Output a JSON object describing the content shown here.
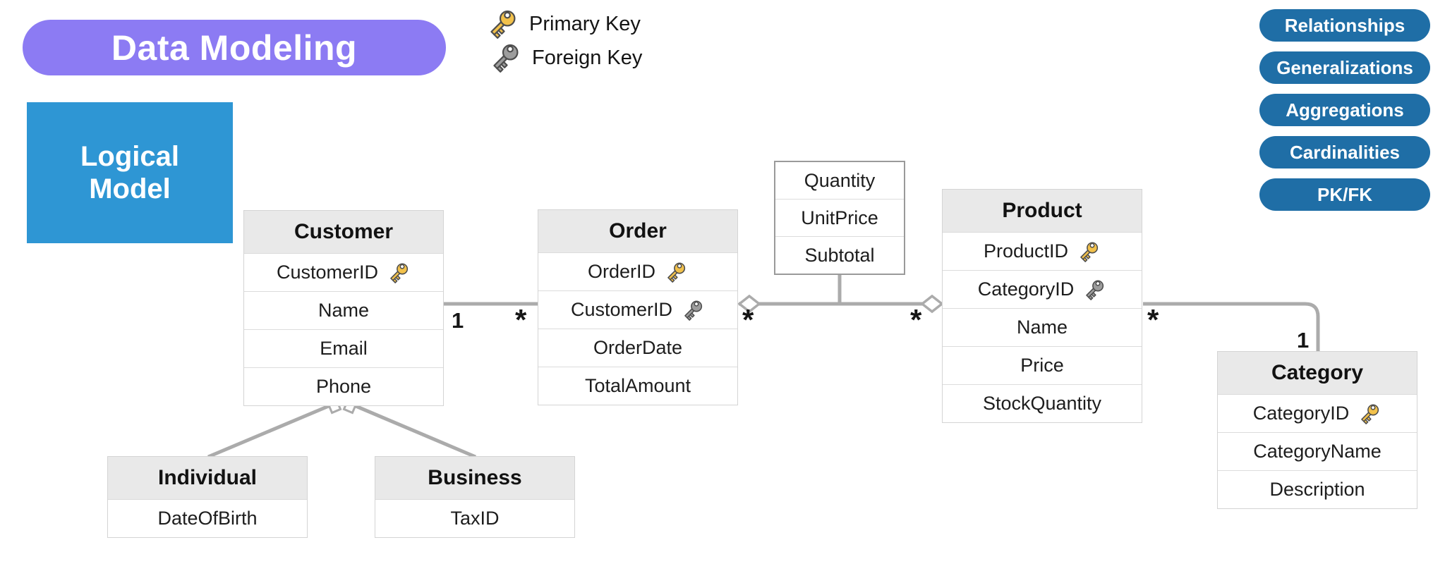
{
  "title": "Data Modeling",
  "legend": {
    "primary": "Primary Key",
    "foreign": "Foreign Key"
  },
  "badges": [
    "Relationships",
    "Generalizations",
    "Aggregations",
    "Cardinalities",
    "PK/FK"
  ],
  "model": {
    "line1": "Logical",
    "line2": "Model"
  },
  "entities": {
    "customer": {
      "title": "Customer",
      "rows": [
        {
          "label": "CustomerID",
          "key": "primary"
        },
        {
          "label": "Name"
        },
        {
          "label": "Email"
        },
        {
          "label": "Phone"
        }
      ]
    },
    "order": {
      "title": "Order",
      "rows": [
        {
          "label": "OrderID",
          "key": "primary"
        },
        {
          "label": "CustomerID",
          "key": "foreign"
        },
        {
          "label": "OrderDate"
        },
        {
          "label": "TotalAmount"
        }
      ]
    },
    "product": {
      "title": "Product",
      "rows": [
        {
          "label": "ProductID",
          "key": "primary"
        },
        {
          "label": "CategoryID",
          "key": "foreign"
        },
        {
          "label": "Name"
        },
        {
          "label": "Price"
        },
        {
          "label": "StockQuantity"
        }
      ]
    },
    "category": {
      "title": "Category",
      "rows": [
        {
          "label": "CategoryID",
          "key": "primary"
        },
        {
          "label": "CategoryName"
        },
        {
          "label": "Description"
        }
      ]
    },
    "individual": {
      "title": "Individual",
      "rows": [
        {
          "label": "DateOfBirth"
        }
      ]
    },
    "business": {
      "title": "Business",
      "rows": [
        {
          "label": "TaxID"
        }
      ]
    }
  },
  "association": {
    "rows": [
      {
        "label": "Quantity"
      },
      {
        "label": "UnitPrice"
      },
      {
        "label": "Subtotal"
      }
    ]
  },
  "relationships": [
    {
      "from": "Customer",
      "to": "Order",
      "from_card": "1",
      "to_card": "*",
      "type": "relationship"
    },
    {
      "from": "Order",
      "to": "Product",
      "from_card": "*",
      "to_card": "*",
      "type": "aggregation"
    },
    {
      "from": "Product",
      "to": "Category",
      "from_card": "*",
      "to_card": "1",
      "type": "relationship"
    }
  ],
  "generalization": {
    "parent": "Customer",
    "children": [
      "Individual",
      "Business"
    ]
  },
  "colors": {
    "title_pill": "#8c7bf3",
    "badge": "#1f6ea6",
    "model_box": "#2e96d4",
    "primary_key": "#f2c14b",
    "foreign_key": "#9d9d9d",
    "line": "#ababab",
    "header_fill": "#e9e9e9"
  }
}
